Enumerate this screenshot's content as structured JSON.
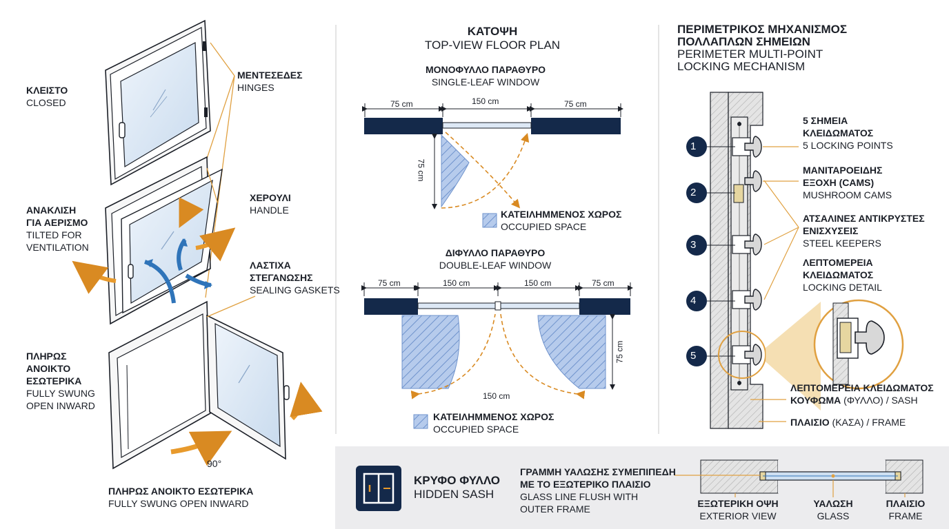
{
  "left": {
    "closed": {
      "gr": "ΚΛΕΙΣΤΟ",
      "en": "CLOSED"
    },
    "hinges": {
      "gr": "ΜΕΝΤΕΣΕΔΕΣ",
      "en": "HINGES"
    },
    "tilt": {
      "gr1": "ΑΝΑΚΛΙΣΗ",
      "gr2": "ΓΙΑ ΑΕΡΙΣΜΟ",
      "en1": "TILTED FOR",
      "en2": "VENTILATION"
    },
    "handle": {
      "gr": "ΧΕΡΟΥΛΙ",
      "en": "HANDLE"
    },
    "gaskets": {
      "gr1": "ΛΑΣΤΙΧΑ",
      "gr2": "ΣΤΕΓΑΝΩΣΗΣ",
      "en": "SEALING GASKETS"
    },
    "open": {
      "gr1": "ΠΛΗΡΩΣ",
      "gr2": "ΑΝΟΙΚΤΟ",
      "gr3": "ΕΣΩΤΕΡΙΚΑ",
      "en1": "FULLY SWUNG",
      "en2": "OPEN INWARD"
    },
    "angle": "90°",
    "caption": {
      "gr": "ΠΛΗΡΩΣ ΑΝΟΙΚΤΟ ΕΣΩΤΕΡΙΚΑ",
      "en": "FULLY SWUNG OPEN INWARD"
    }
  },
  "plan": {
    "title": {
      "gr": "ΚΑΤΟΨΗ",
      "en": "TOP-VIEW FLOOR PLAN"
    },
    "single": {
      "title": {
        "gr": "ΜΟΝΟΦΥΛΛΟ ΠΑΡΑΘΥΡΟ",
        "en": "SINGLE-LEAF WINDOW"
      },
      "dims": {
        "left": "75 cm",
        "center": "150 cm",
        "right": "75 cm",
        "depth": "75 cm"
      },
      "legend": {
        "gr": "ΚΑΤΕΙΛΗΜΜΕΝΟΣ ΧΩΡΟΣ",
        "en": "OCCUPIED SPACE"
      }
    },
    "double": {
      "title": {
        "gr": "ΔΙΦΥΛΛΟ ΠΑΡΑΘΥΡΟ",
        "en": "DOUBLE-LEAF WINDOW"
      },
      "dims": {
        "a": "75 cm",
        "b": "150 cm",
        "c": "150 cm",
        "d": "75 cm",
        "depth": "75 cm",
        "bottom": "150 cm"
      },
      "legend": {
        "gr": "ΚΑΤΕΙΛΗΜΜΕΝΟΣ ΧΩΡΟΣ",
        "en": "OCCUPIED SPACE"
      }
    }
  },
  "lock": {
    "title": {
      "gr1": "ΠΕΡΙΜΕΤΡΙΚΟΣ ΜΗΧΑΝΙΣΜΟΣ",
      "gr2": "ΠΟΛΛΑΠΛΩΝ ΣΗΜΕΙΩΝ",
      "en1": "PERIMETER MULTI-POINT",
      "en2": "LOCKING MECHANISM"
    },
    "points": [
      "1",
      "2",
      "3",
      "4",
      "5"
    ],
    "five": {
      "gr1": "5 ΣΗΜΕΙΑ",
      "gr2": "ΚΛΕΙΔΩΜΑΤΟΣ",
      "en": "5 LOCKING POINTS"
    },
    "cams": {
      "gr1": "ΜΑΝΙΤΑΡΟΕΙΔΗΣ",
      "gr2": "ΕΞΟΧΗ (CAMS)",
      "en": "MUSHROOM CAMS"
    },
    "keepers": {
      "gr1": "ΑΤΣΑΛΙΝΕΣ ΑΝΤΙΚΡΥΣΤΕΣ",
      "gr2": "ΕΝΙΣΧΥΣΕΙΣ",
      "en": "STEEL KEEPERS"
    },
    "detail": {
      "gr1": "ΛΕΠΤΟΜΕΡΕΙΑ",
      "gr2": "ΚΛΕΙΔΩΜΑΤΟΣ",
      "en": "LOCKING DETAIL"
    },
    "detail2": "ΛΕΠΤΟΜΕΡΕΙΑ ΚΛΕΙΔΩΜΑΤΟΣ",
    "sash": {
      "gr": "ΚΟΥΦΩΜΑ",
      "gr_paren": "(ΦΥΛΛΟ)",
      "en": "/ SASH"
    },
    "frame": {
      "gr": "ΠΛΑΙΣΙΟ",
      "gr_paren": "(ΚΑΣΑ)",
      "en": "/ FRAME"
    }
  },
  "bottom": {
    "hidden": {
      "gr": "ΚΡΥΦΟ ΦΥΛΛΟ",
      "en": "HIDDEN SASH"
    },
    "glassline": {
      "gr1": "ΓΡΑΜΜΗ ΥΑΛΩΣΗΣ ΣΥΜΕΠΙΠΕΔΗ",
      "gr2": "ΜΕ ΤΟ ΕΞΩΤΕΡΙΚΟ ΠΛΑΙΣΙΟ",
      "en1": "GLASS LINE FLUSH WITH",
      "en2": "OUTER FRAME"
    },
    "exterior": {
      "gr": "ΕΞΩΤΕΡΙΚΗ ΟΨΗ",
      "en": "EXTERIOR VIEW"
    },
    "glass": {
      "gr": "ΥΑΛΩΣΗ",
      "en": "GLASS"
    },
    "frame": {
      "gr": "ΠΛΑΙΣΙΟ",
      "en": "FRAME"
    }
  },
  "colors": {
    "navy": "#14294a",
    "orange": "#e89a2c",
    "blue": "#2f74b9",
    "hatch": "#9db7e0",
    "panel": "#ececee"
  }
}
